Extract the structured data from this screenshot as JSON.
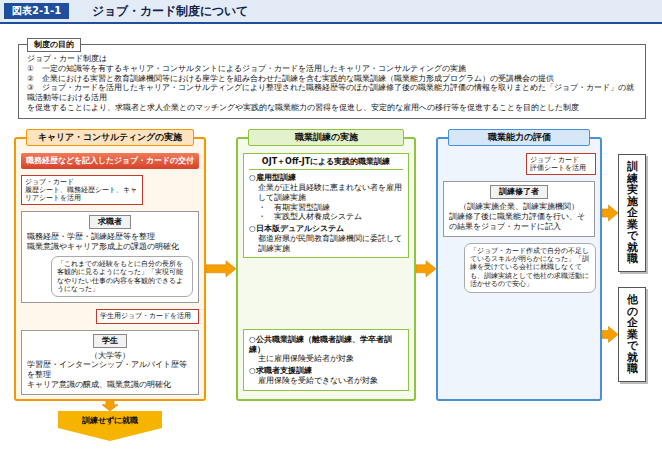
{
  "diagram": {
    "title": "ジョブ・カード制度について",
    "nodes": [
      {
        "text": [
          "制度の目的",
          "ジョブ・カード制度は",
          "①　一定の知識等を有するキャリア・コンサルタントによるジョブ・カードを活用したキャリア・コンサルティングの実施",
          "②　企業における実習と教育訓練機関等における座学とを組み合わせた訓練を含む実践的な職業訓練（職業能力形成プログラム）の受講機会の提供",
          "③　ジョブ・カードを活用したキャリア・コンサルティングにより整理された職務経歴等のほか訓練修了後の職業能力評価の情報を取りまとめた「ジョブ・カード」の就職活動等における活用",
          "を促進することにより、求職者と求人企業とのマッチングや実践的な職業能力の習得を促進し、安定的な雇用への移行等を促進することを目的とした制度"
        ]
      },
      {
        "text": [
          "キャリア・コンサルティングの実施"
        ]
      },
      {
        "text": [
          "職務経歴などを記入したジョブ・カードの交付"
        ],
        "in": 1
      },
      {
        "text": [
          "求職者",
          "職務経歴・学歴・訓練経歴等を整理",
          "職業意識やキャリア形成上の課題の明確化"
        ],
        "in": 1
      },
      {
        "text": [
          "ジョブ・カード",
          "履歴シート、職務経歴シート、キャリアシートを活用"
        ],
        "in": 1
      },
      {
        "text": [
          "「これまでの経験をもとに自分の長所を客観的に見るようになった」「実現可能なやりたい仕事の内容を客観的できるようになった」"
        ],
        "in": 3
      },
      {
        "text": [
          "学生",
          "（大学等）",
          "学習歴・インターンシップ・アルバイト歴等を整理",
          "キャリア意識の醸成、職業意識の明確化"
        ],
        "in": 1
      },
      {
        "text": [
          "学生用ジョブ・カードを活用"
        ],
        "in": 1
      },
      {
        "text": [
          "職業訓練の実施"
        ]
      },
      {
        "text": [
          "OJT＋Off-JTによる実践的職業訓練",
          "○雇用型訓練",
          "企業が正社員経験に恵まれない者を雇用して訓練実施",
          "・　有期実習型訓練",
          "・　実践型人材養成システム",
          "○日本版デュアルシステム",
          "都道府県が民間教育訓練機関に委託して訓練実施"
        ],
        "in": 8
      },
      {
        "text": [
          "○公共職業訓練（離職者訓練、学卒者訓練）",
          "主に雇用保険受給者が対象",
          "○求職者支援訓練",
          "雇用保険を受給できない者が対象"
        ],
        "in": 8
      },
      {
        "text": [
          "職業能力の評価"
        ]
      },
      {
        "text": [
          "訓練修了者",
          "（訓練実施企業、訓練実施機関）",
          "訓練修了後に職業能力評価を行い、その結果をジョブ・カードに記入"
        ],
        "in": 11
      },
      {
        "text": [
          "ジョブ・カード",
          "評価シートを活用"
        ],
        "in": 11
      },
      {
        "text": [
          "「ジョブ・カード作成で自分の不足しているスキルが明らかになった」「訓練を受けている会社に就職しなくても、訓練実績として他社の求職活動に活かせるので安心」"
        ],
        "in": 11
      },
      {
        "text": [
          "訓練実施企業で就職"
        ]
      },
      {
        "text": [
          "他の企業で就職"
        ]
      },
      {
        "text": [
          "訓練せずに就職"
        ]
      }
    ],
    "edges": [
      {
        "from": 1,
        "to": 8,
        "arrow": "to"
      },
      {
        "from": 8,
        "to": 11,
        "arrow": "to"
      },
      {
        "from": 11,
        "to": 15,
        "arrow": "to"
      },
      {
        "from": 11,
        "to": 16,
        "arrow": "to"
      },
      {
        "from": 1,
        "to": 17,
        "arrow": "to"
      }
    ],
    "labels": [
      "図表2-1-1"
    ]
  }
}
